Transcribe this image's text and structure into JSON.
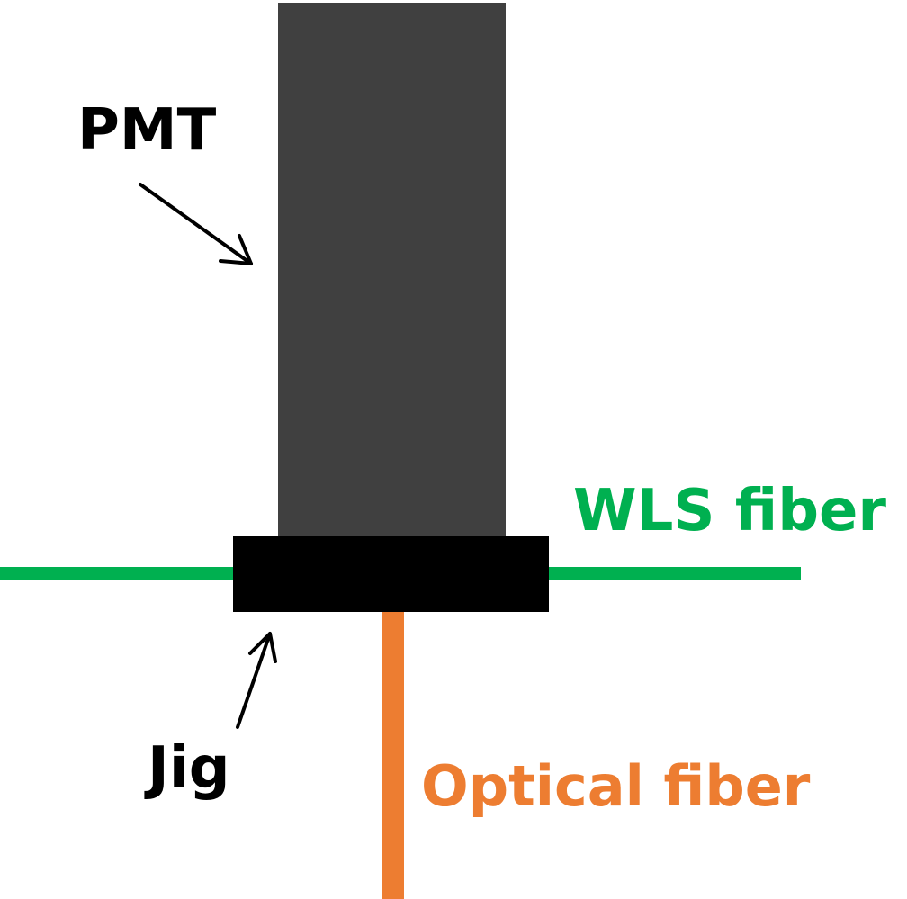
{
  "labels": {
    "pmt": "PMT",
    "wls_fiber": "WLS fiber",
    "jig": "Jig",
    "optical_fiber": "Optical fiber"
  },
  "colors": {
    "pmt_body": "#404040",
    "jig": "#000000",
    "wls_fiber": "#00b050",
    "optical_fiber": "#ed7d31",
    "text_black": "#000000",
    "background": "#ffffff"
  }
}
